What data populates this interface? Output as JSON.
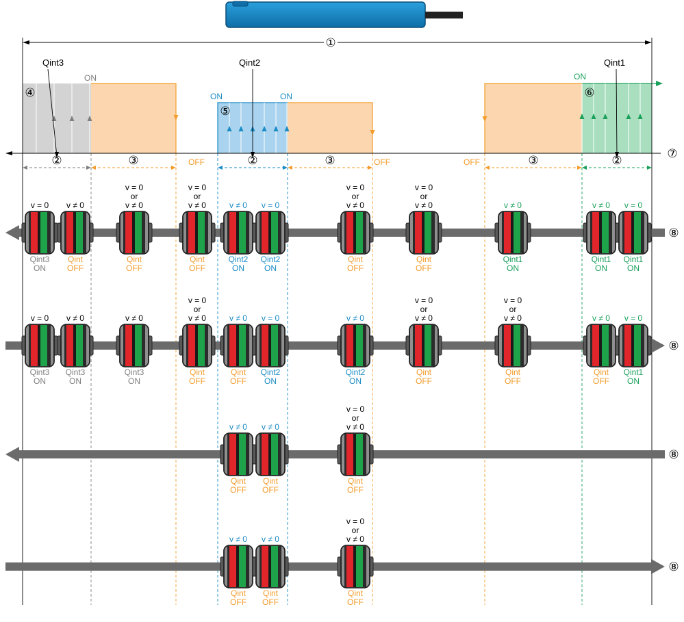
{
  "colors": {
    "gray": "#7f7f7f",
    "orange": "#f39c2b",
    "blue": "#1a8bc4",
    "green": "#19a05a",
    "shaft": "#6b6b6b",
    "grayZone": "#d3d3d3",
    "orangeZone": "#fbd6ae",
    "blueZone": "#a9d3ee",
    "greenZone": "#a9dfbf",
    "sensor": "#1580c0",
    "black": "#000000",
    "red": "#e0262b",
    "markGreen": "#1fa34a"
  },
  "callouts": {
    "length": "①",
    "zone": "②",
    "gap": "③",
    "grayZone": "④",
    "blueZone": "⑤",
    "greenZone": "⑥",
    "axis": "⑦",
    "shaft": "⑧"
  },
  "zoneLabels": {
    "qint3": "Qint3",
    "qint2": "Qint2",
    "qint1": "Qint1",
    "on": "ON",
    "off": "OFF"
  },
  "rows": [
    {
      "direction": "left",
      "carriers": [
        {
          "speed": [
            "v = 0"
          ],
          "speedColor": "black",
          "label": [
            "Qint3",
            "ON"
          ],
          "labelColor": "gray"
        },
        {
          "speed": [
            "v ≠ 0"
          ],
          "speedColor": "black",
          "label": [
            "Qint",
            "OFF"
          ],
          "labelColor": "orange"
        },
        {
          "speed": [
            "v = 0",
            "or",
            "v ≠ 0"
          ],
          "speedColor": "black",
          "label": [
            "Qint",
            "OFF"
          ],
          "labelColor": "orange"
        },
        {
          "speed": [
            "v = 0",
            "or",
            "v ≠ 0"
          ],
          "speedColor": "black",
          "label": [
            "Qint",
            "OFF"
          ],
          "labelColor": "orange"
        },
        {
          "speed": [
            "v ≠ 0"
          ],
          "speedColor": "blue",
          "label": [
            "Qint2",
            "ON"
          ],
          "labelColor": "blue"
        },
        {
          "speed": [
            "v = 0"
          ],
          "speedColor": "blue",
          "label": [
            "Qint2",
            "ON"
          ],
          "labelColor": "blue"
        },
        {
          "speed": [
            "v = 0",
            "or",
            "v ≠ 0"
          ],
          "speedColor": "black",
          "label": [
            "Qint",
            "OFF"
          ],
          "labelColor": "orange"
        },
        {
          "speed": [
            "v = 0",
            "or",
            "v ≠ 0"
          ],
          "speedColor": "black",
          "label": [
            "Qint",
            "OFF"
          ],
          "labelColor": "orange"
        },
        {
          "speed": [
            "v ≠ 0"
          ],
          "speedColor": "green",
          "label": [
            "Qint1",
            "ON"
          ],
          "labelColor": "green"
        },
        {
          "speed": [
            "v ≠ 0"
          ],
          "speedColor": "green",
          "label": [
            "Qint1",
            "ON"
          ],
          "labelColor": "green"
        },
        {
          "speed": [
            "v = 0"
          ],
          "speedColor": "green",
          "label": [
            "Qint1",
            "ON"
          ],
          "labelColor": "green"
        }
      ]
    },
    {
      "direction": "right",
      "carriers": [
        {
          "speed": [
            "v = 0"
          ],
          "speedColor": "black",
          "label": [
            "Qint3",
            "ON"
          ],
          "labelColor": "gray"
        },
        {
          "speed": [
            "v ≠ 0"
          ],
          "speedColor": "black",
          "label": [
            "Qint3",
            "ON"
          ],
          "labelColor": "gray"
        },
        {
          "speed": [
            "v ≠ 0"
          ],
          "speedColor": "black",
          "label": [
            "Qint3",
            "ON"
          ],
          "labelColor": "gray"
        },
        {
          "speed": [
            "v = 0",
            "or",
            "v ≠ 0"
          ],
          "speedColor": "black",
          "label": [
            "Qint",
            "OFF"
          ],
          "labelColor": "orange"
        },
        {
          "speed": [
            "v ≠ 0"
          ],
          "speedColor": "blue",
          "label": [
            "Qint",
            "OFF"
          ],
          "labelColor": "orange"
        },
        {
          "speed": [
            "v = 0"
          ],
          "speedColor": "blue",
          "label": [
            "Qint2",
            "ON"
          ],
          "labelColor": "blue"
        },
        {
          "speed": [
            "v ≠ 0"
          ],
          "speedColor": "blue",
          "label": [
            "Qint2",
            "ON"
          ],
          "labelColor": "blue"
        },
        {
          "speed": [
            "v = 0",
            "or",
            "v ≠ 0"
          ],
          "speedColor": "black",
          "label": [
            "Qint",
            "OFF"
          ],
          "labelColor": "orange"
        },
        {
          "speed": [
            "v = 0",
            "or",
            "v ≠ 0"
          ],
          "speedColor": "black",
          "label": [
            "Qint",
            "OFF"
          ],
          "labelColor": "orange"
        },
        {
          "speed": [
            "v ≠ 0"
          ],
          "speedColor": "green",
          "label": [
            "Qint",
            "OFF"
          ],
          "labelColor": "orange"
        },
        {
          "speed": [
            "v = 0"
          ],
          "speedColor": "green",
          "label": [
            "Qint1",
            "ON"
          ],
          "labelColor": "green"
        }
      ]
    },
    {
      "direction": "left",
      "carriers": [
        {
          "speed": [
            "v ≠ 0"
          ],
          "speedColor": "blue",
          "label": [
            "Qint",
            "OFF"
          ],
          "labelColor": "orange"
        },
        {
          "speed": [
            "v ≠ 0"
          ],
          "speedColor": "blue",
          "label": [
            "Qint",
            "OFF"
          ],
          "labelColor": "orange"
        },
        {
          "speed": [
            "v = 0",
            "or",
            "v ≠ 0"
          ],
          "speedColor": "black",
          "label": [
            "Qint",
            "OFF"
          ],
          "labelColor": "orange"
        }
      ]
    },
    {
      "direction": "right",
      "carriers": [
        {
          "speed": [
            "v ≠ 0"
          ],
          "speedColor": "blue",
          "label": [
            "Qint",
            "OFF"
          ],
          "labelColor": "orange"
        },
        {
          "speed": [
            "v ≠ 0"
          ],
          "speedColor": "blue",
          "label": [
            "Qint",
            "OFF"
          ],
          "labelColor": "orange"
        },
        {
          "speed": [
            "v = 0",
            "or",
            "v ≠ 0"
          ],
          "speedColor": "black",
          "label": [
            "Qint",
            "OFF"
          ],
          "labelColor": "orange"
        }
      ]
    }
  ]
}
